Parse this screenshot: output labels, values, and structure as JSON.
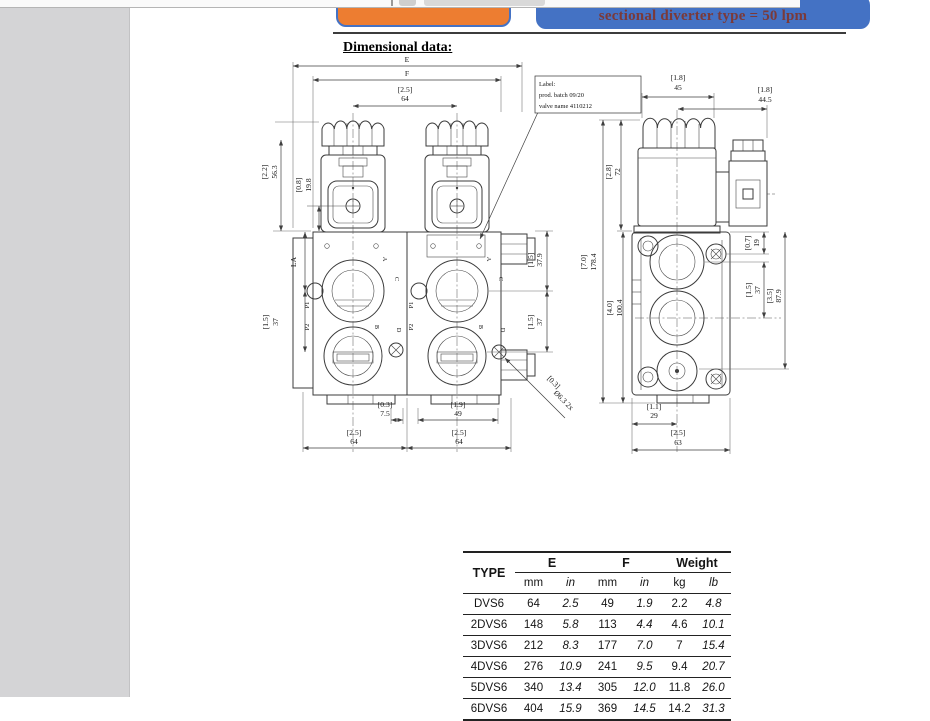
{
  "colors": {
    "accent_blue": "#4472C4",
    "accent_orange": "#ED7D31",
    "banner_text": "#7A3A3A"
  },
  "banner": {
    "right_label": "sectional diverter type = 50 lpm"
  },
  "page": {
    "heading": "Dimensional data:"
  },
  "drawing": {
    "front_view": {
      "dim_E": "E",
      "dim_F": "F",
      "pitch_in": "[2.5]",
      "pitch_mm": "64",
      "coil_h_in": "[2.2]",
      "coil_h_mm": "56.3",
      "screw_in": "[0.8]",
      "screw_mm": "19.8",
      "la": "LA",
      "left_port_in": "[1.5]",
      "left_port_mm": "37",
      "right_top_in": "[1.5]",
      "right_top_mm": "37.9",
      "right_bot_in": "[1.5]",
      "right_bot_mm": "37",
      "foot_in": "[0.3]",
      "foot_mm": "7.5",
      "stud_in": "[1.9]",
      "stud_mm": "49",
      "sec1_in": "[2.5]",
      "sec1_mm": "64",
      "sec2_in": "[2.5]",
      "sec2_mm": "64",
      "hole_in": "[0.3]",
      "hole_note": "Ø6.3 2x",
      "ports": {
        "a": "A",
        "b": "B",
        "c": "C",
        "d": "D"
      },
      "p1": "P1",
      "p2": "P2",
      "label_box": [
        "Label:",
        "prod. batch 09/20",
        "valve name 4110212"
      ]
    },
    "side_view": {
      "cap_in": "[1.8]",
      "cap_mm": "45",
      "conn_in": "[1.8]",
      "conn_mm": "44.5",
      "coil_in": "[2.8]",
      "coil_mm": "72",
      "total_in": "[7.0]",
      "total_mm": "178.4",
      "body_in": "[4.0]",
      "body_mm": "100.4",
      "hole_in": "[0.7]",
      "hole_mm": "19",
      "port_in": "[1.5]",
      "port_mm": "37",
      "height_in": "[3.5]",
      "height_mm": "87.9",
      "foot_in": "[1.1]",
      "foot_mm": "29",
      "width_in": "[2.5]",
      "width_mm": "63"
    }
  },
  "table": {
    "headers": {
      "type": "TYPE",
      "e": "E",
      "f": "F",
      "weight": "Weight",
      "mm": "mm",
      "in": "in",
      "kg": "kg",
      "lb": "lb"
    },
    "rows": [
      {
        "type": "DVS6",
        "e_mm": "64",
        "e_in": "2.5",
        "f_mm": "49",
        "f_in": "1.9",
        "w_kg": "2.2",
        "w_lb": "4.8"
      },
      {
        "type": "2DVS6",
        "e_mm": "148",
        "e_in": "5.8",
        "f_mm": "113",
        "f_in": "4.4",
        "w_kg": "4.6",
        "w_lb": "10.1"
      },
      {
        "type": "3DVS6",
        "e_mm": "212",
        "e_in": "8.3",
        "f_mm": "177",
        "f_in": "7.0",
        "w_kg": "7",
        "w_lb": "15.4"
      },
      {
        "type": "4DVS6",
        "e_mm": "276",
        "e_in": "10.9",
        "f_mm": "241",
        "f_in": "9.5",
        "w_kg": "9.4",
        "w_lb": "20.7"
      },
      {
        "type": "5DVS6",
        "e_mm": "340",
        "e_in": "13.4",
        "f_mm": "305",
        "f_in": "12.0",
        "w_kg": "11.8",
        "w_lb": "26.0"
      },
      {
        "type": "6DVS6",
        "e_mm": "404",
        "e_in": "15.9",
        "f_mm": "369",
        "f_in": "14.5",
        "w_kg": "14.2",
        "w_lb": "31.3"
      }
    ]
  },
  "chart_data": {
    "type": "table",
    "title": "Dimensional data",
    "columns": [
      "TYPE",
      "E mm",
      "E in",
      "F mm",
      "F in",
      "Weight kg",
      "Weight lb"
    ],
    "rows": [
      [
        "DVS6",
        64,
        2.5,
        49,
        1.9,
        2.2,
        4.8
      ],
      [
        "2DVS6",
        148,
        5.8,
        113,
        4.4,
        4.6,
        10.1
      ],
      [
        "3DVS6",
        212,
        8.3,
        177,
        7.0,
        7,
        15.4
      ],
      [
        "4DVS6",
        276,
        10.9,
        241,
        9.5,
        9.4,
        20.7
      ],
      [
        "5DVS6",
        340,
        13.4,
        305,
        12.0,
        11.8,
        26.0
      ],
      [
        "6DVS6",
        404,
        15.9,
        369,
        14.5,
        14.2,
        31.3
      ]
    ]
  }
}
